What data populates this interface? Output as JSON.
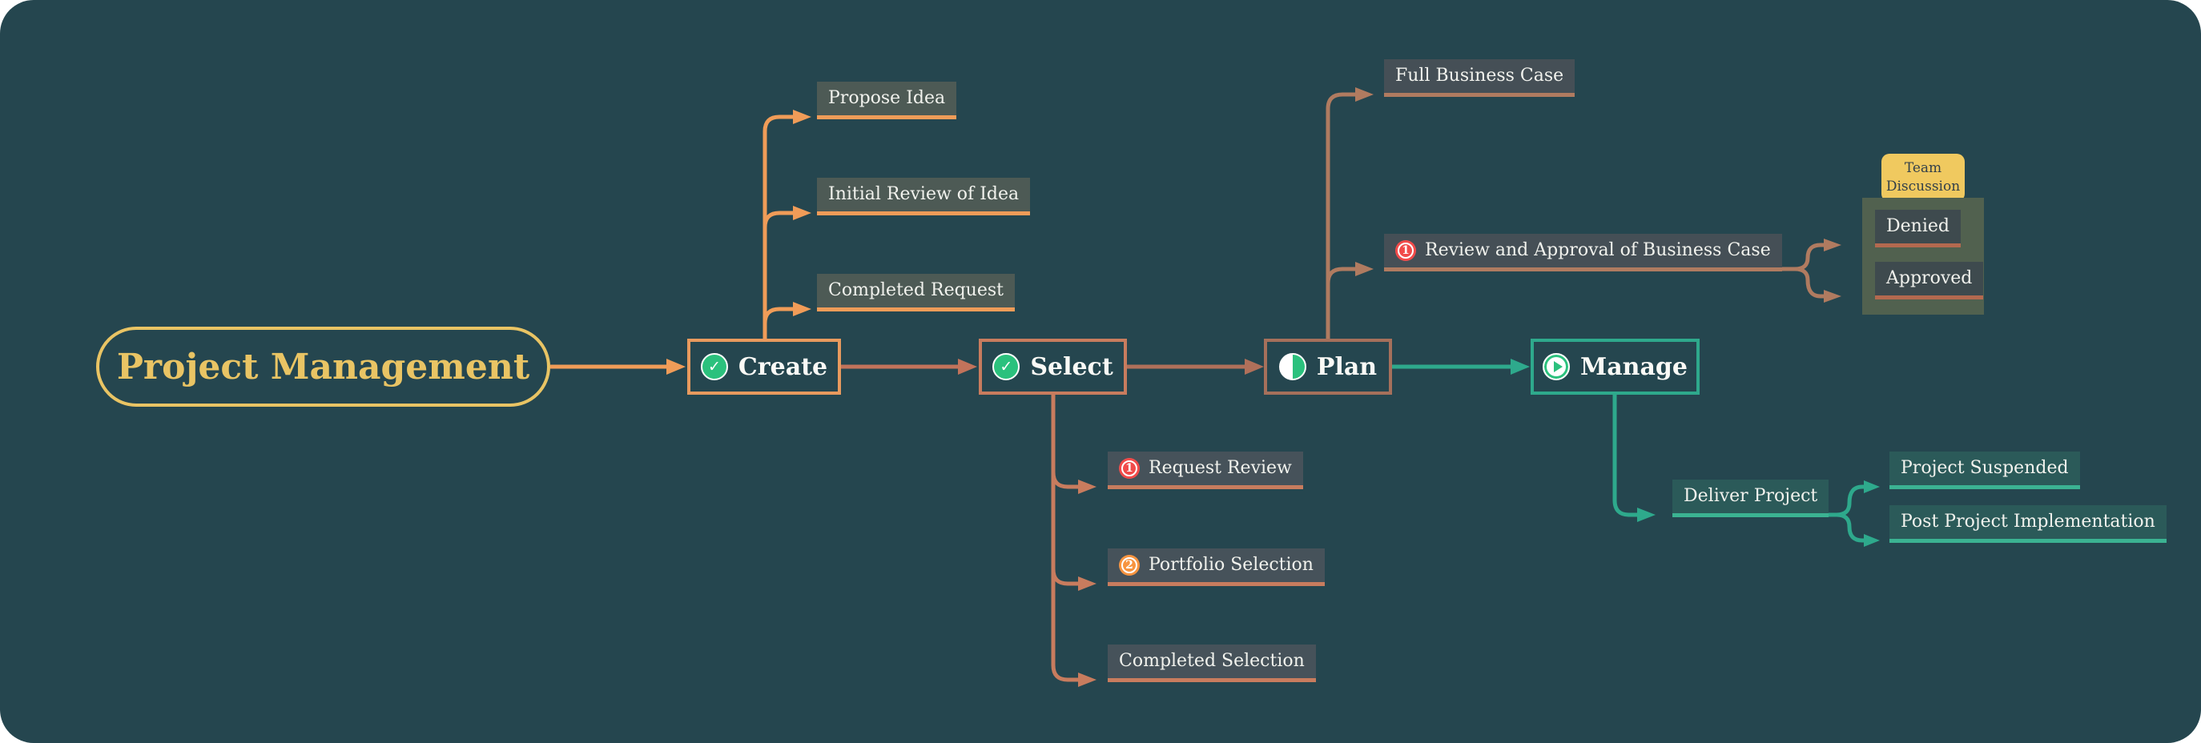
{
  "root": {
    "label": "Project Management"
  },
  "nodes": {
    "create": {
      "label": "Create",
      "icon": "check-circle"
    },
    "select": {
      "label": "Select",
      "icon": "check-circle"
    },
    "plan": {
      "label": "Plan",
      "icon": "half-filled-circle"
    },
    "manage": {
      "label": "Manage",
      "icon": "play-circle"
    }
  },
  "icons": {
    "check_glyph": "✓"
  },
  "create_branches": [
    {
      "label": "Propose Idea"
    },
    {
      "label": "Initial Review of Idea"
    },
    {
      "label": "Completed Request"
    }
  ],
  "select_branches": [
    {
      "badge": "1",
      "label": "Request Review"
    },
    {
      "badge": "2",
      "label": "Portfolio Selection"
    },
    {
      "label": "Completed Selection"
    }
  ],
  "plan_branches": [
    {
      "label": "Full Business Case"
    },
    {
      "badge": "1",
      "label": "Review and Approval of Business Case"
    }
  ],
  "team_discussion": {
    "tab": "Team Discussion",
    "options": [
      {
        "label": "Denied"
      },
      {
        "label": "Approved"
      }
    ]
  },
  "manage_branches": {
    "deliver": {
      "label": "Deliver Project"
    },
    "children": [
      {
        "label": "Project Suspended"
      },
      {
        "label": "Post Project Implementation"
      }
    ]
  },
  "colors": {
    "background": "#25464F",
    "gold": "#E9C464",
    "orange": "#F09C58",
    "salmon": "#C87C5E",
    "brown": "#B07B60",
    "teal": "#2EA98C",
    "box_grey": "#4C5855",
    "box_teal": "#2B5A59",
    "panel_green": "#51614F",
    "tab_yellow": "#F0C95F",
    "tab_text": "#33404A",
    "badge_red": "#F14B4A",
    "badge_orange": "#F79440",
    "icon_green": "#2BC17D",
    "label_text": "#F1F2ED"
  }
}
